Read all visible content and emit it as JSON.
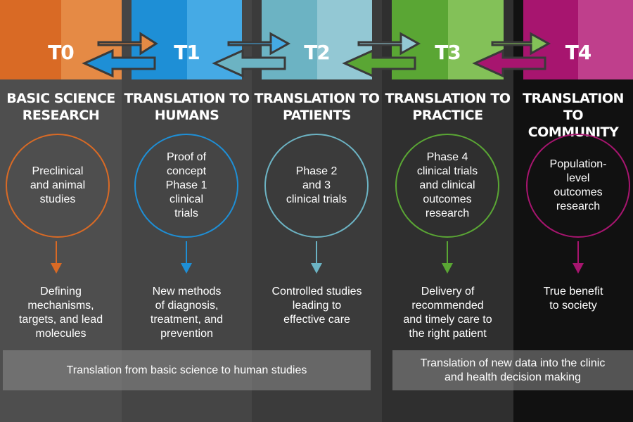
{
  "stages": [
    {
      "label": "T0",
      "title": "BASIC SCIENCE\nRESEARCH",
      "circle_text": "Preclinical\nand animal\nstudies",
      "outcome": "Defining\nmechanisms,\ntargets, and lead\nmolecules",
      "colors": {
        "tab_dark": "#d96a25",
        "tab_light": "#e58a45",
        "accent": "#d96a25",
        "column_bg": "#4e4e4e"
      }
    },
    {
      "label": "T1",
      "title": "TRANSLATION TO\nHUMANS",
      "circle_text": "Proof of\nconcept\nPhase 1\nclinical\ntrials",
      "outcome": "New methods\nof diagnosis,\ntreatment, and\nprevention",
      "colors": {
        "tab_dark": "#1e8fd6",
        "tab_light": "#45aae5",
        "accent": "#1e8fd6",
        "column_bg": "#454545"
      }
    },
    {
      "label": "T2",
      "title": "TRANSLATION TO\nPATIENTS",
      "circle_text": "Phase 2\nand 3\nclinical trials",
      "outcome": "Controlled studies\nleading to\neffective care",
      "colors": {
        "tab_dark": "#6cb3c3",
        "tab_light": "#93c8d4",
        "accent": "#6cb3c3",
        "column_bg": "#3b3b3b"
      }
    },
    {
      "label": "T3",
      "title": "TRANSLATION TO\nPRACTICE",
      "circle_text": "Phase 4\nclinical trials\nand clinical\noutcomes\nresearch",
      "outcome": "Delivery of\nrecommended\nand timely care to\nthe right patient",
      "colors": {
        "tab_dark": "#5aa634",
        "tab_light": "#83c158",
        "accent": "#5aa634",
        "column_bg": "#2f2f2f"
      }
    },
    {
      "label": "T4",
      "title": "TRANSLATION TO\nCOMMUNITY",
      "circle_text": "Population-\nlevel\noutcomes\nresearch",
      "outcome": "True benefit\nto society",
      "colors": {
        "tab_dark": "#a7156f",
        "tab_light": "#bf3f8c",
        "accent": "#a7156f",
        "column_bg": "#111111"
      }
    }
  ],
  "bars": [
    {
      "text": "Translation from basic science to human studies"
    },
    {
      "text": "Translation of new data into the clinic\nand health decision making"
    }
  ]
}
